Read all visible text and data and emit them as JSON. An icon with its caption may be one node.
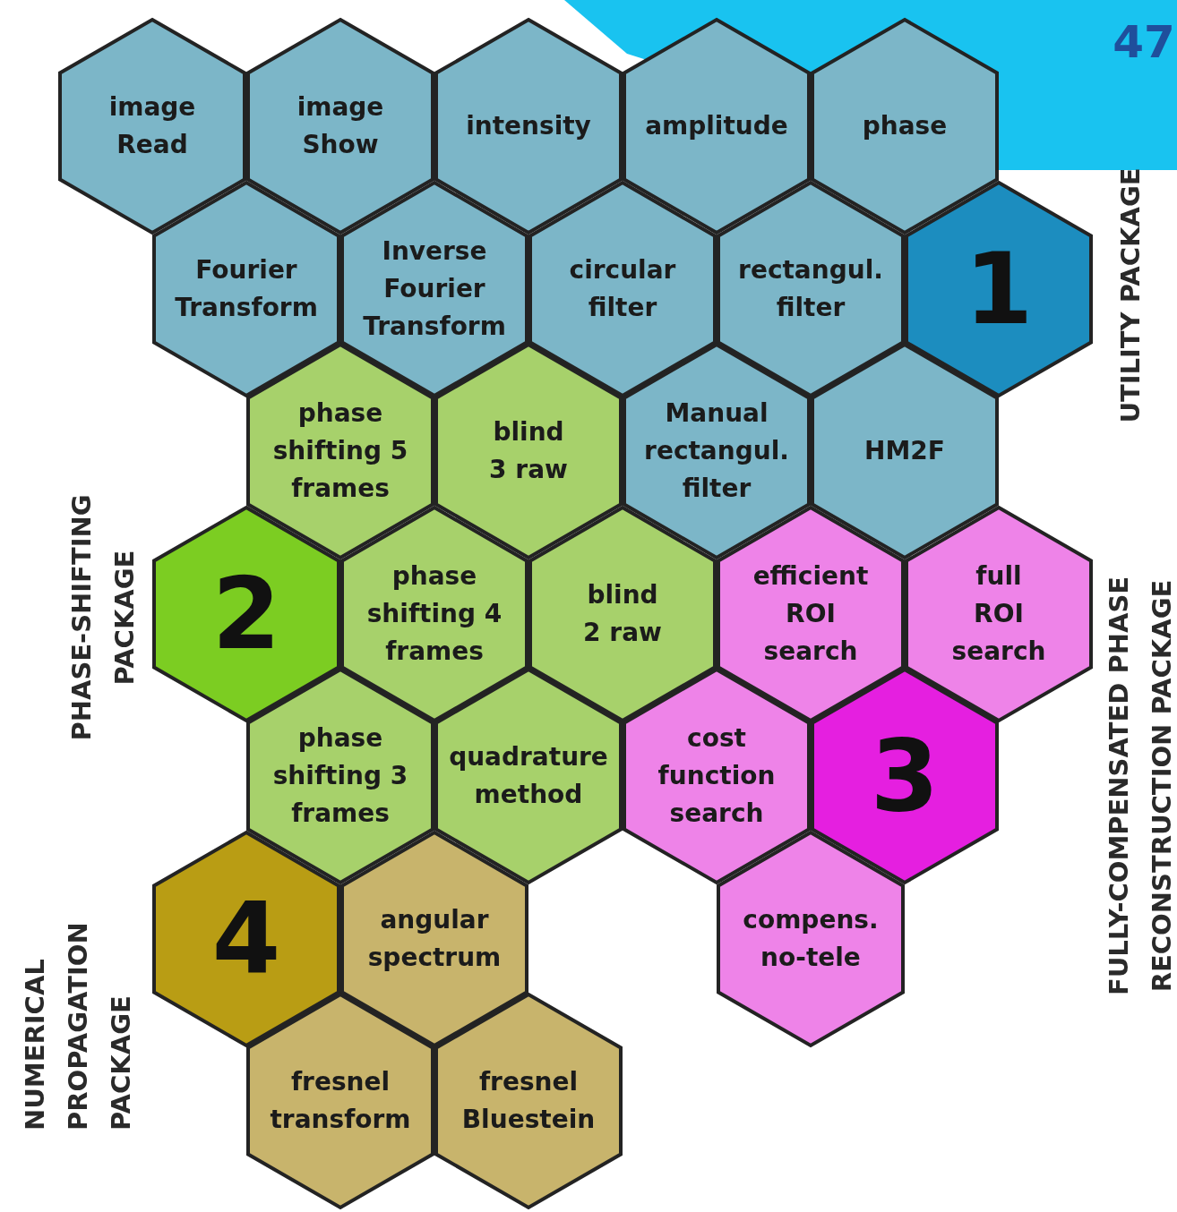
{
  "diagram": {
    "nodes": [
      {
        "text": [
          "image Read"
        ]
      },
      {
        "text": [
          "image Show"
        ]
      },
      {
        "text": [
          "intensity"
        ]
      },
      {
        "text": [
          "amplitude"
        ]
      },
      {
        "text": [
          "phase"
        ]
      },
      {
        "text": [
          "Fourier Transform"
        ]
      },
      {
        "text": [
          "Inverse Fourier Transform"
        ]
      },
      {
        "text": [
          "circular filter"
        ]
      },
      {
        "text": [
          "rectangul. filter"
        ]
      },
      {
        "text": [
          "1"
        ]
      },
      {
        "text": [
          "phase shifting 5 frames"
        ]
      },
      {
        "text": [
          "blind 3 raw"
        ]
      },
      {
        "text": [
          "Manual rectangul. filter"
        ]
      },
      {
        "text": [
          "HM2F"
        ]
      },
      {
        "text": [
          "2"
        ]
      },
      {
        "text": [
          "phase shifting 4 frames"
        ]
      },
      {
        "text": [
          "blind 2 raw"
        ]
      },
      {
        "text": [
          "efficient ROI search"
        ]
      },
      {
        "text": [
          "full ROI search"
        ]
      },
      {
        "text": [
          "phase shifting 3 frames"
        ]
      },
      {
        "text": [
          "quadrature method"
        ]
      },
      {
        "text": [
          "cost function search"
        ]
      },
      {
        "text": [
          "3"
        ]
      },
      {
        "text": [
          "4"
        ]
      },
      {
        "text": [
          "angular spectrum"
        ]
      },
      {
        "text": [
          "compens. no-tele"
        ]
      },
      {
        "text": [
          "fresnel transform"
        ]
      },
      {
        "text": [
          "fresnel Bluestein"
        ]
      }
    ],
    "labels": [
      "47",
      "UTILITY PACKAGE",
      "PHASE-SHIFTING PACKAGE",
      "FULLY-COMPENSATED PHASE RECONSTRUCTION PACKAGE",
      "NUMERICAL PROPAGATION PACKAGE"
    ]
  }
}
